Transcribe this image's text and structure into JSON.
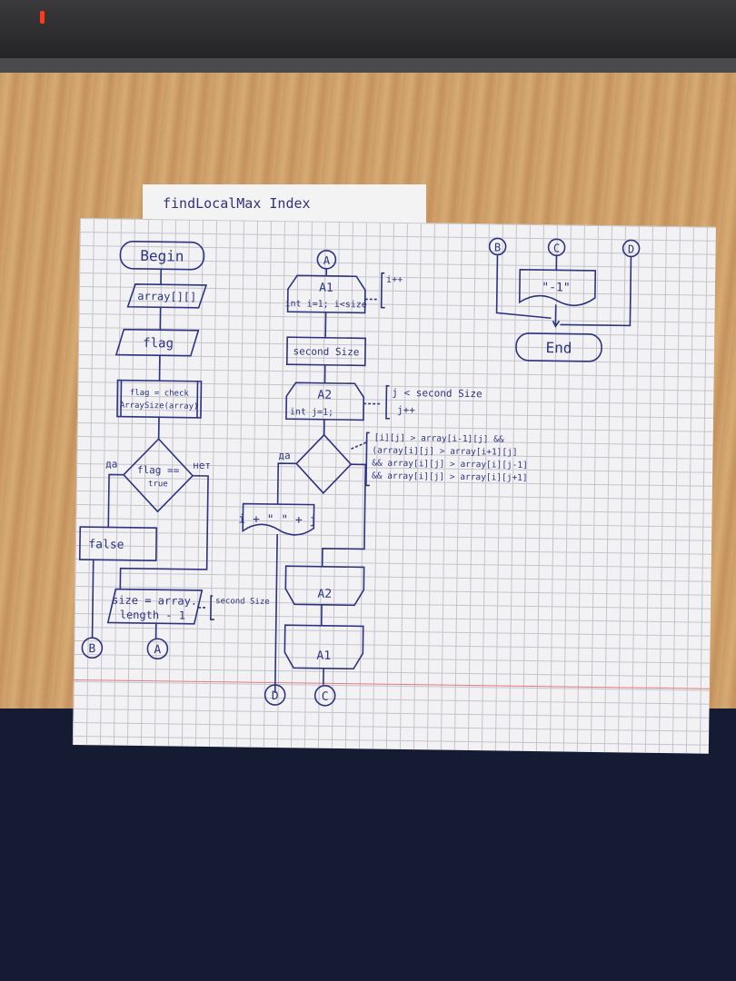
{
  "title": "findLocalMax Index",
  "nodes": {
    "begin": "Begin",
    "in_array": "array[][]",
    "in_flag": "flag",
    "proc_flag_1": "flag = check",
    "proc_flag_2": "ArraySize(array)",
    "dec_flag_1": "flag ==",
    "dec_flag_2": "true",
    "yes": "да",
    "no": "нет",
    "out_false": "false",
    "proc_size_1": "size = array.",
    "proc_size_2": "length - 1",
    "note_size": "second Size",
    "loop_a1_label": "A1",
    "loop_a1_init": "int i=1; i<size",
    "note_i": "i++",
    "proc_second": "second Size",
    "loop_a2_label": "A2",
    "loop_a2_init": "int j=1;",
    "note_j_1": "j < second Size",
    "note_j_2": "j++",
    "cond_1": "[i][j] > array[i-1][j] &&",
    "cond_2": "(array[i][j] > array[i+1][j]",
    "cond_3": "&& array[i][j] > array[i][j-1]",
    "cond_4": "&& array[i][j] > array[i][j+1]",
    "out_ij": "i + \" \" + j",
    "end_a2": "A2",
    "end_a1": "A1",
    "out_minus1": "\"-1\"",
    "end": "End",
    "conn_a": "A",
    "conn_b": "B",
    "conn_c": "C",
    "conn_d": "D"
  }
}
